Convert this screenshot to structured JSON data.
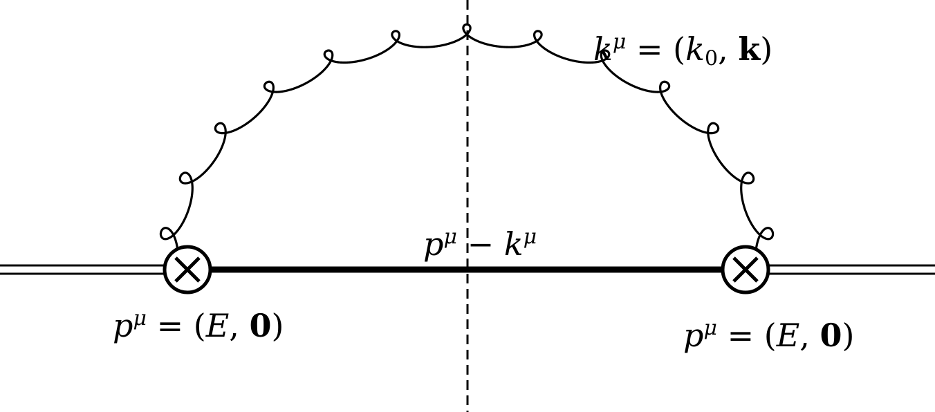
{
  "labels": {
    "gluon_momentum": {
      "sym": "k",
      "sup": "μ",
      "eq": " = (",
      "comp0": "k",
      "sub0": "0",
      "sep": ", ",
      "vec": "k",
      "close": ")"
    },
    "internal_momentum": {
      "p": "p",
      "psup": "μ",
      "minus": " − ",
      "k": "k",
      "ksup": "μ"
    },
    "left_external": {
      "sym": "p",
      "sup": "μ",
      "eq": " = (",
      "E": "E",
      "sep": ", ",
      "zero": "0",
      "close": ")"
    },
    "right_external": {
      "sym": "p",
      "sup": "μ",
      "eq": " = (",
      "E": "E",
      "sep": ", ",
      "zero": "0",
      "close": ")"
    }
  },
  "diagram": {
    "elements": [
      "double-line-left",
      "vertex-left",
      "heavy-propagator",
      "vertex-right",
      "double-line-right",
      "gluon-loop",
      "cut-line"
    ],
    "line_color": "#000000"
  }
}
